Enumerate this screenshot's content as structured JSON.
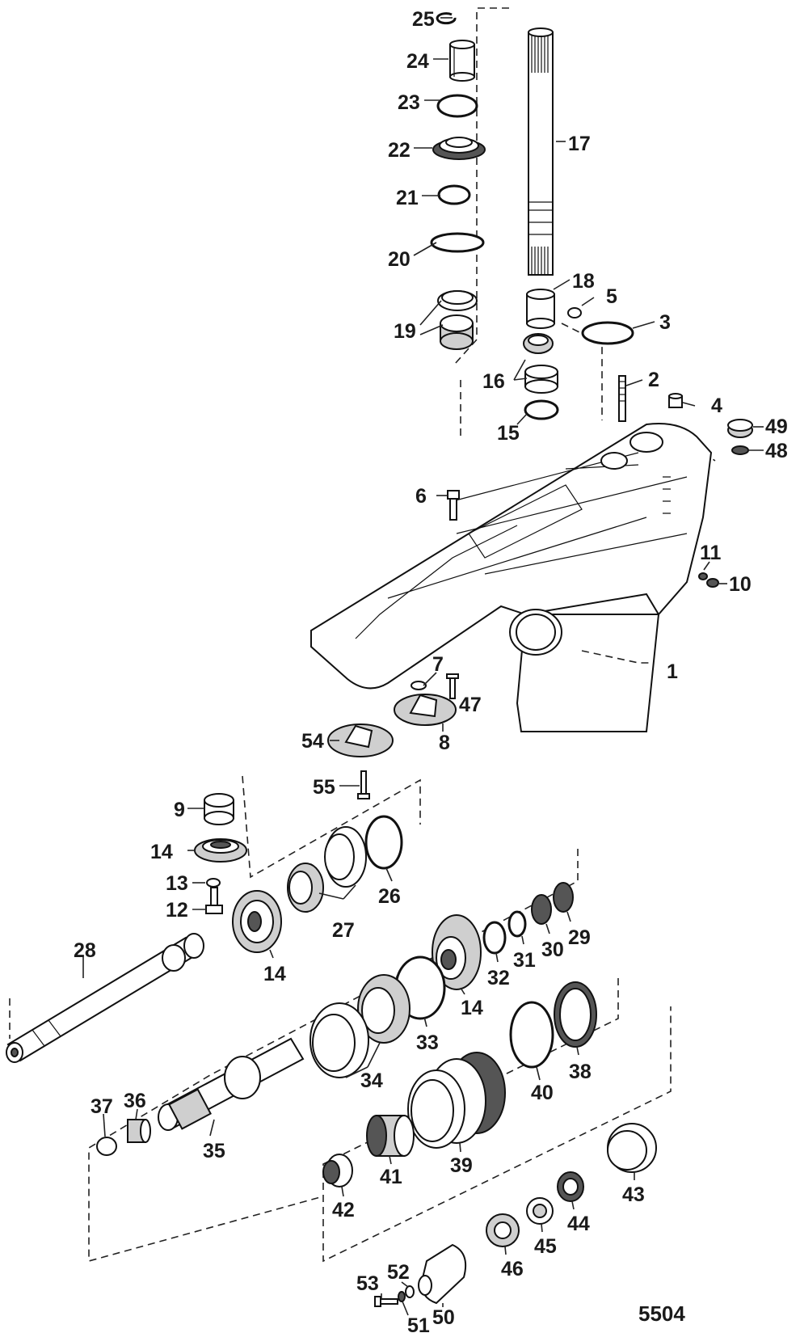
{
  "figure": {
    "number": "5504",
    "callouts": [
      "1",
      "2",
      "3",
      "4",
      "5",
      "6",
      "7",
      "8",
      "9",
      "10",
      "11",
      "12",
      "13",
      "14",
      "14",
      "14",
      "15",
      "16",
      "17",
      "18",
      "19",
      "20",
      "21",
      "22",
      "23",
      "24",
      "25",
      "26",
      "27",
      "28",
      "29",
      "30",
      "31",
      "32",
      "33",
      "34",
      "35",
      "36",
      "37",
      "38",
      "39",
      "40",
      "41",
      "42",
      "43",
      "44",
      "45",
      "46",
      "47",
      "48",
      "49",
      "50",
      "51",
      "52",
      "53",
      "54",
      "55"
    ]
  },
  "callouts": {
    "c1": "1",
    "c2": "2",
    "c3": "3",
    "c4": "4",
    "c5": "5",
    "c6": "6",
    "c7": "7",
    "c8": "8",
    "c9": "9",
    "c10": "10",
    "c11": "11",
    "c12": "12",
    "c13": "13",
    "c14a": "14",
    "c14b": "14",
    "c14c": "14",
    "c15": "15",
    "c16": "16",
    "c17": "17",
    "c18": "18",
    "c19": "19",
    "c20": "20",
    "c21": "21",
    "c22": "22",
    "c23": "23",
    "c24": "24",
    "c25": "25",
    "c26": "26",
    "c27": "27",
    "c28": "28",
    "c29": "29",
    "c30": "30",
    "c31": "31",
    "c32": "32",
    "c33": "33",
    "c34": "34",
    "c35": "35",
    "c36": "36",
    "c37": "37",
    "c38": "38",
    "c39": "39",
    "c40": "40",
    "c41": "41",
    "c42": "42",
    "c43": "43",
    "c44": "44",
    "c45": "45",
    "c46": "46",
    "c47": "47",
    "c48": "48",
    "c49": "49",
    "c50": "50",
    "c51": "51",
    "c52": "52",
    "c53": "53",
    "c54": "54",
    "c55": "55"
  }
}
